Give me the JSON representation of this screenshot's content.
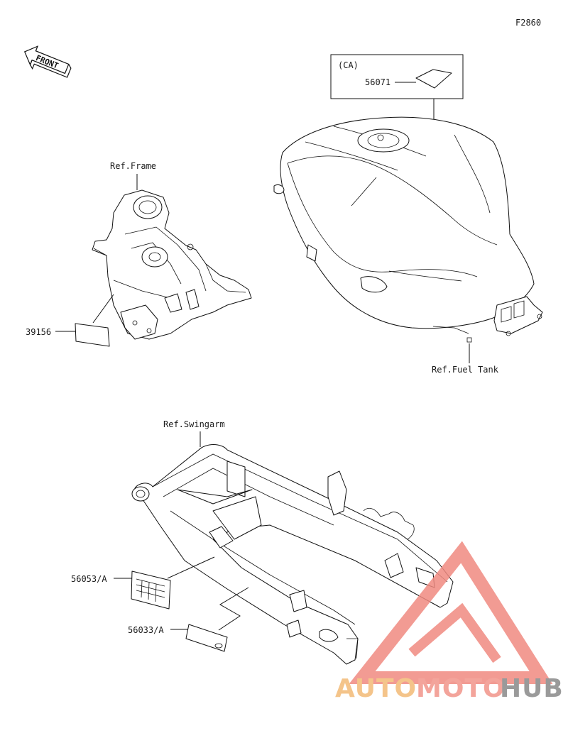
{
  "figure_code": "F2860",
  "front_label": "FRONT",
  "ca_box_label": "(CA)",
  "parts": {
    "p56071": "56071",
    "p39156": "39156",
    "p56053": "56053/A",
    "p56033": "56033/A"
  },
  "refs": {
    "frame": "Ref.Frame",
    "fuel_tank": "Ref.Fuel Tank",
    "swingarm": "Ref.Swingarm"
  },
  "watermark": {
    "auto": "AUTO",
    "moto": "MOTO",
    "hub": "HUB",
    "color_auto": "#f4c48a",
    "color_moto": "#f3a49b",
    "color_hub": "#9a9a9a",
    "color_triangle": "#f08a80"
  }
}
